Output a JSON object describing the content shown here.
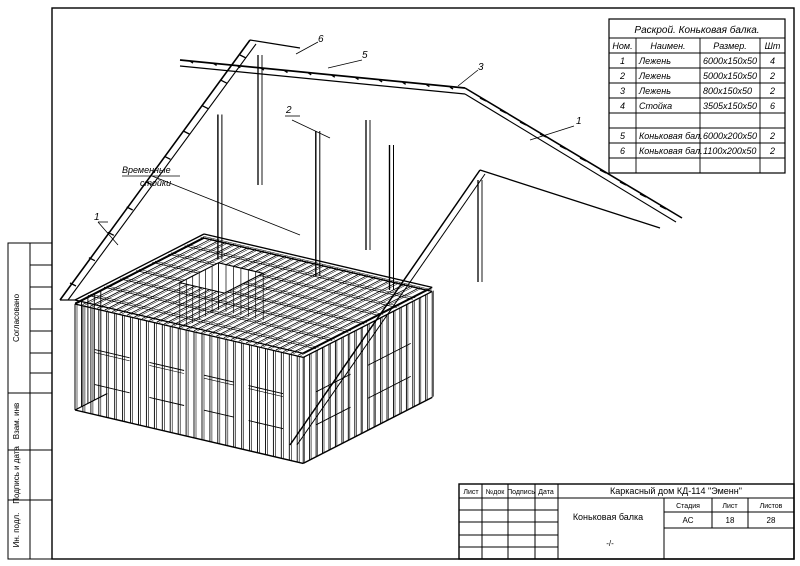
{
  "spec_table": {
    "title": "Раскрой. Коньковая балка.",
    "headers": [
      "Ном.",
      "Наимен.",
      "Размер.",
      "Шт"
    ],
    "rows": [
      [
        "1",
        "Лежень",
        "6000x150x50",
        "4"
      ],
      [
        "2",
        "Лежень",
        "5000x150x50",
        "2"
      ],
      [
        "3",
        "Лежень",
        "800x150x50",
        "2"
      ],
      [
        "4",
        "Стойка",
        "3505x150x50",
        "6"
      ],
      [
        "",
        "",
        "",
        ""
      ],
      [
        "5",
        "Коньковая бал.",
        "6000x200x50",
        "2"
      ],
      [
        "6",
        "Коньковая бал.",
        "1100x200x50",
        "2"
      ]
    ]
  },
  "callouts": {
    "c1a": "1",
    "c1b": "1",
    "c2": "2",
    "c3": "3",
    "c5": "5",
    "c6": "6",
    "temp_line1": "Временные",
    "temp_line2": "стойки"
  },
  "side_strip": {
    "agreed": "Согласовано",
    "inv_replace": "Взам. инв",
    "sign_date": "Подпись и дата",
    "inv_orig": "Ин. подл."
  },
  "title_block": {
    "col_sheet": "Лист",
    "col_doc": "№док",
    "col_sign": "Подпись",
    "col_date": "Дата",
    "project": "Каркасный дом КД-114 \"Эменн\"",
    "drawing": "Коньковая балка",
    "stage_label": "Стадия",
    "sheet_label": "Лист",
    "sheets_label": "Листов",
    "stage": "АС",
    "sheet": "18",
    "sheets": "28",
    "scale": "-/-"
  }
}
